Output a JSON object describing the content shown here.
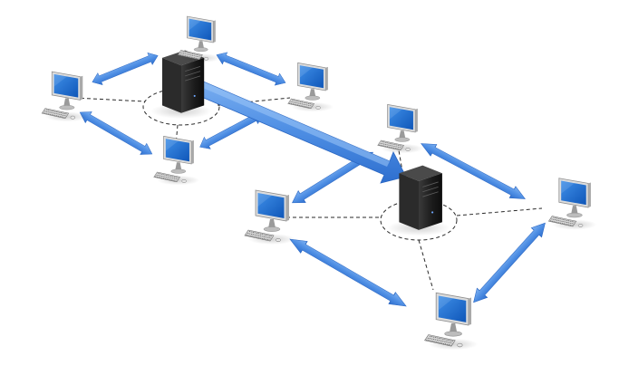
{
  "diagram": {
    "kind": "network-illustration",
    "text": [],
    "colors": {
      "background": "#ffffff",
      "arrow_fill": "#4f8fe4",
      "arrow_edge": "#2f6fcf",
      "link_line": "#2a2a2a",
      "server_body": "#1f1f1f",
      "monitor_frame": "#d9d9d9",
      "screen": "#1a70d8",
      "keyboard": "#cfcfcf"
    },
    "servers": [
      {
        "id": "server-left",
        "icon": "server-tower-icon"
      },
      {
        "id": "server-right",
        "icon": "server-tower-icon"
      }
    ],
    "workstations": [
      {
        "id": "ws-left-top",
        "server": "server-left",
        "icon": "desktop-computer-icon"
      },
      {
        "id": "ws-left-topright",
        "server": "server-left",
        "icon": "desktop-computer-icon"
      },
      {
        "id": "ws-left-left",
        "server": "server-left",
        "icon": "desktop-computer-icon"
      },
      {
        "id": "ws-left-bottom",
        "server": "server-left",
        "icon": "desktop-computer-icon"
      },
      {
        "id": "ws-right-top",
        "server": "server-right",
        "icon": "desktop-computer-icon"
      },
      {
        "id": "ws-right-right",
        "server": "server-right",
        "icon": "desktop-computer-icon"
      },
      {
        "id": "ws-right-left",
        "server": "server-right",
        "icon": "desktop-computer-icon"
      },
      {
        "id": "ws-right-bottom",
        "server": "server-right",
        "icon": "desktop-computer-icon"
      }
    ],
    "connections": [
      {
        "from": "server-left",
        "to": "server-right",
        "style": "large-arrow"
      },
      {
        "from": "server-left",
        "to": "ws-left-top",
        "style": "arrow"
      },
      {
        "from": "server-left",
        "to": "ws-left-topright",
        "style": "arrow"
      },
      {
        "from": "server-left",
        "to": "ws-left-left",
        "style": "arrow"
      },
      {
        "from": "server-left",
        "to": "ws-left-bottom",
        "style": "arrow"
      },
      {
        "from": "server-right",
        "to": "ws-right-top",
        "style": "arrow"
      },
      {
        "from": "server-right",
        "to": "ws-right-right",
        "style": "arrow"
      },
      {
        "from": "server-right",
        "to": "ws-right-left",
        "style": "arrow"
      },
      {
        "from": "server-right",
        "to": "ws-right-bottom",
        "style": "arrow"
      }
    ]
  }
}
